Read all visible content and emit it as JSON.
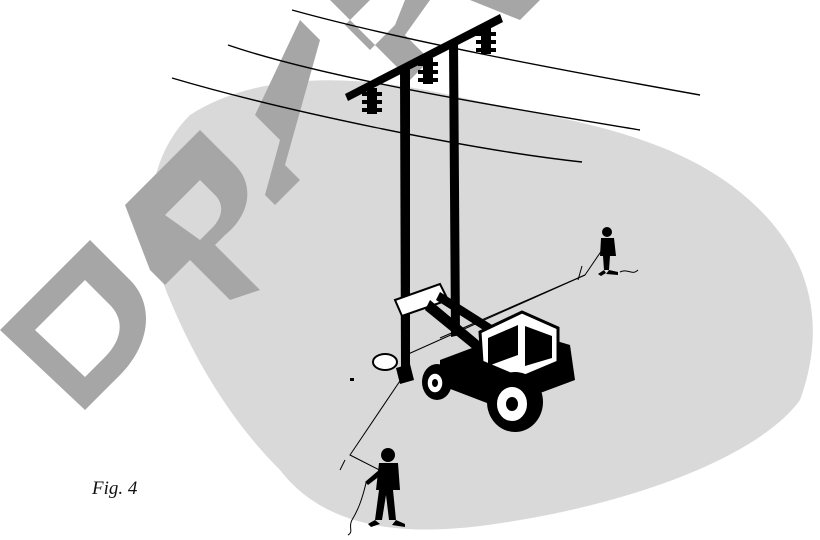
{
  "figure": {
    "caption": "Fig. 4",
    "watermark": "DRAFT",
    "illustration": "pole-raising-scene"
  },
  "colors": {
    "ground": "#d9d9d9",
    "watermark": "#a6a6a6",
    "ink": "#000000",
    "paper": "#ffffff"
  },
  "icons": [
    "utility-pole-icon",
    "insulator-icon",
    "power-line-icon",
    "tractor-loader-icon",
    "lineman-icon",
    "guy-rope-icon"
  ]
}
